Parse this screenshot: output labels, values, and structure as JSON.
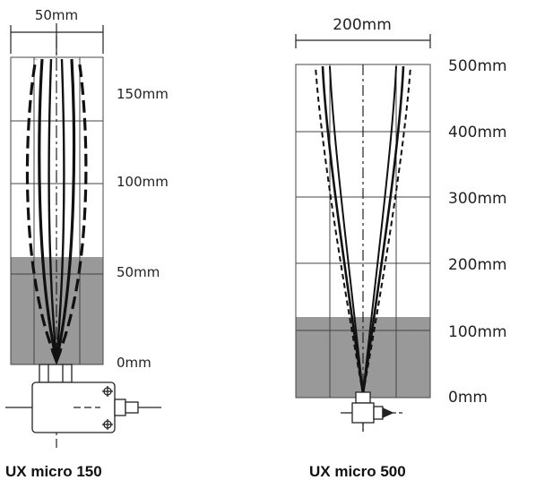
{
  "left": {
    "width_label": "50mm",
    "range_labels": [
      "150mm",
      "100mm",
      "50mm",
      "0mm"
    ],
    "caption": "UX micro 150"
  },
  "right": {
    "width_label": "200mm",
    "range_labels": [
      "500mm",
      "400mm",
      "300mm",
      "200mm",
      "100mm",
      "0mm"
    ],
    "caption": "UX micro 500"
  },
  "colors": {
    "shade": "#999999",
    "line": "#222222",
    "grid": "#444444"
  }
}
